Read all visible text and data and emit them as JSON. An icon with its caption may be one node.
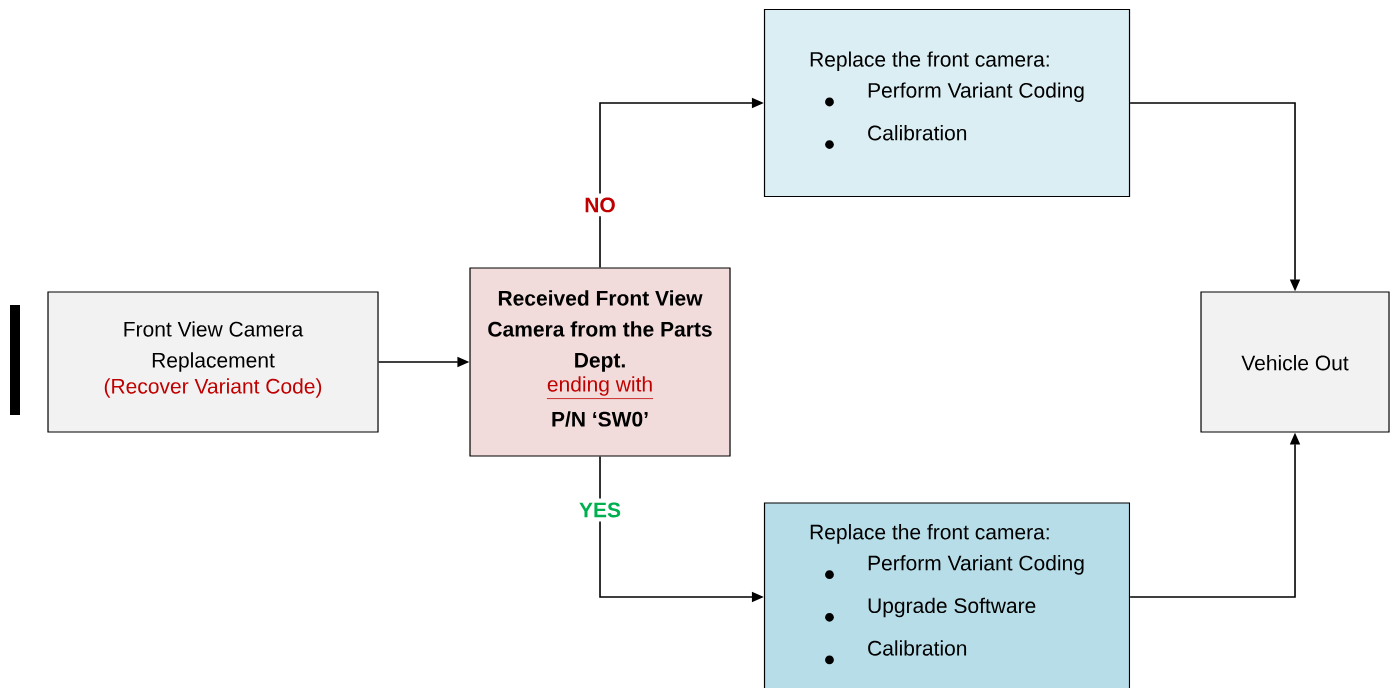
{
  "diagram": {
    "nodes": [
      {
        "text": [
          "Front View Camera Replacement",
          "(Recover Variant Code)"
        ]
      },
      {
        "text": [
          "Received Front View Camera from the Parts Dept.",
          "ending with",
          "P/N ‘SW0’"
        ]
      },
      {
        "text": [
          "Replace the front camera:",
          "Perform Variant Coding",
          "Calibration"
        ]
      },
      {
        "text": [
          "Replace the front camera:",
          "Perform Variant Coding",
          "Upgrade Software",
          "Calibration"
        ]
      },
      {
        "text": [
          "Vehicle Out"
        ]
      }
    ],
    "edges": [
      {
        "from": 0,
        "to": 1,
        "arrow": "to"
      },
      {
        "from": 1,
        "to": 2,
        "arrow": "to",
        "label": "NO"
      },
      {
        "from": 1,
        "to": 3,
        "arrow": "to",
        "label": "YES"
      },
      {
        "from": 2,
        "to": 4,
        "arrow": "to"
      },
      {
        "from": 3,
        "to": 4,
        "arrow": "to"
      }
    ]
  }
}
